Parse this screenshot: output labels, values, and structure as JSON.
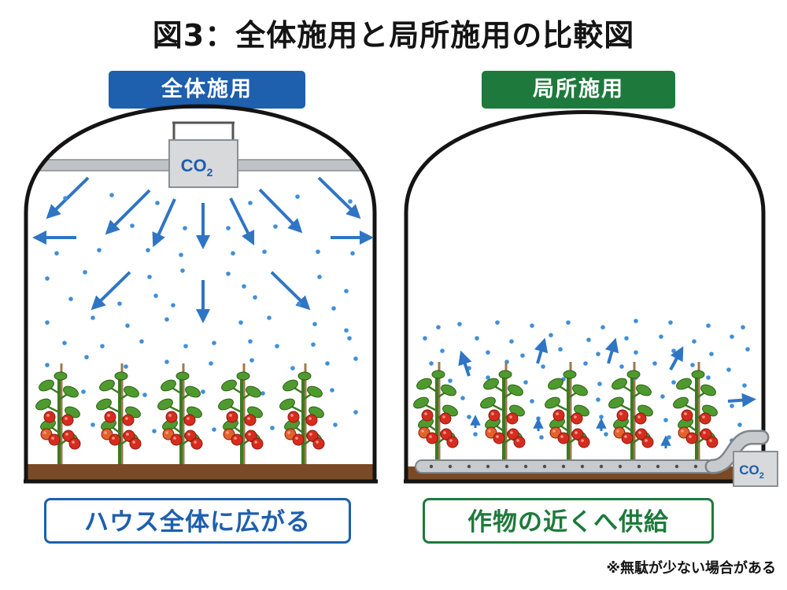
{
  "title": "図3：全体施用と局所施用の比較図",
  "left": {
    "label": "全体施用",
    "caption": "ハウス全体に広がる",
    "co2": {
      "main": "CO",
      "sub": "2"
    }
  },
  "right": {
    "label": "局所施用",
    "caption": "作物の近くへ供給",
    "co2": {
      "main": "CO",
      "sub": "2"
    }
  },
  "note": "※無駄が少ない場合がある",
  "colors": {
    "blue": "#1e5fae",
    "green": "#1e7a3c",
    "arrow": "#2f75c4",
    "dot": "#3f8fd8",
    "soil": "#7a4a26",
    "tomato": "#d62c1e",
    "leaf": "#4e9a2e"
  },
  "icons": [
    "arrow-icon",
    "tomato-plant-icon",
    "co2-tank-icon",
    "greenhouse-icon"
  ]
}
